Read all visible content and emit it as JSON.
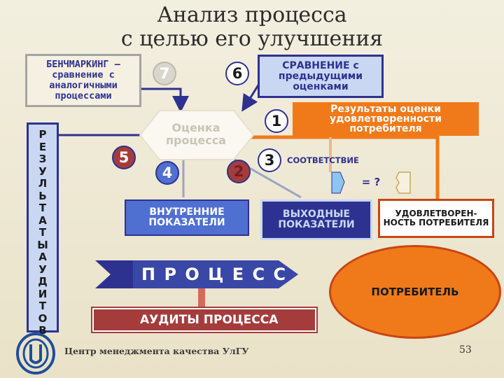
{
  "title": {
    "line1": "Анализ процесса",
    "line2": "с целью его улучшения"
  },
  "benchmarking": {
    "text": "БЕНЧМАРКИНГ – сравнение с аналогичными процессами"
  },
  "comparison": {
    "text": "СРАВНЕНИЕ с предыдущими оценками"
  },
  "results_customer": {
    "text": "Результаты оценки удовлетворенности потребителя"
  },
  "left_bar": {
    "results": "РЕЗУЛЬТАТЫ",
    "audits": "АУДИТОВ"
  },
  "process_eval": {
    "text": "Оценка процесса"
  },
  "numbers": {
    "n1": "1",
    "n2": "2",
    "n3": "3",
    "n4": "4",
    "n5": "5",
    "n6": "6",
    "n7": "7"
  },
  "conformity": {
    "text": "СООТВЕТСТВИЕ",
    "eq": "= ?"
  },
  "internal": {
    "text": "ВНУТРЕННИЕ ПОКАЗАТЕЛИ"
  },
  "output": {
    "text": "ВЫХОДНЫЕ ПОКАЗАТЕЛИ"
  },
  "satisfaction": {
    "text": "УДОВЛЕТВОРЕН-НОСТЬ ПОТРЕБИТЕЛЯ"
  },
  "process": {
    "text": "П Р О Ц Е С С"
  },
  "customer": {
    "text": "ПОТРЕБИТЕЛЬ"
  },
  "audits": {
    "text": "АУДИТЫ ПРОЦЕССА"
  },
  "footer": {
    "center": "Центр менеджмента качества УлГУ",
    "page": "53"
  },
  "colors": {
    "navy": "#2d3290",
    "blue": "#4f6fd1",
    "light_blue": "#c9d7f3",
    "orange": "#f07a1a",
    "dark_orange": "#c84512",
    "maroon": "#a53c3c"
  }
}
